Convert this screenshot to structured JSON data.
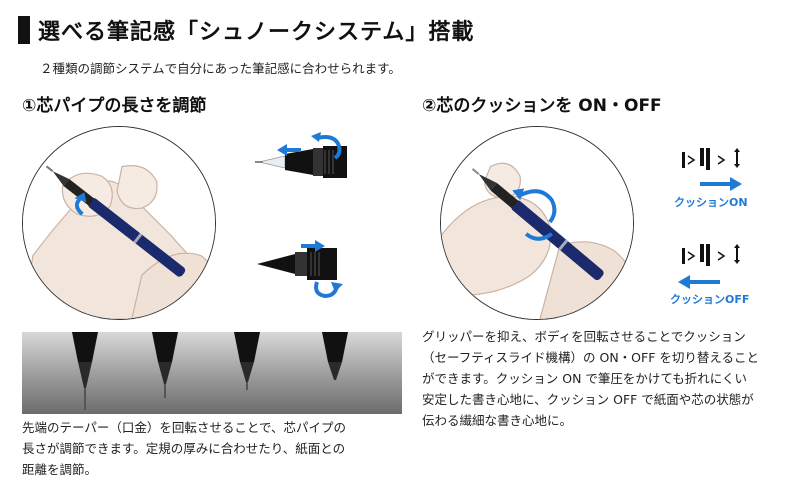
{
  "header": {
    "title": "選べる筆記感「シュノークシステム」搭載",
    "subtitle": "２種類の調節システムで自分にあった筆記感に合わせられます。"
  },
  "section1": {
    "heading": "①芯パイプの長さを調節",
    "description": [
      "先端のテーパー（口金）を回転させることで、芯パイプの",
      "長さが調節できます。定規の厚みに合わせたり、紙面との",
      "距離を調節。"
    ]
  },
  "section2": {
    "heading": "②芯のクッションを ON・OFF",
    "description": [
      "グリッパーを抑え、ボディを回転させることでクッション",
      "（セーフティスライド機構）の ON・OFF を切り替えること",
      "ができます。クッション ON で筆圧をかけても折れにくい",
      "安定した書き心地に、クッション OFF で紙面や芯の状態が",
      "伝わる繊細な書き心地に。"
    ],
    "cushion_on_label": "クッションON",
    "cushion_off_label": "クッションOFF"
  },
  "colors": {
    "accent_blue": "#1f7ad6",
    "pen_body": "#1a2a6c",
    "text": "#222222",
    "dark": "#111111"
  },
  "icons": [
    "pen-hand-illustration",
    "pen-tip-long-illustration",
    "pen-tip-short-illustration",
    "rotate-arrow-icon",
    "cushion-spring-icon",
    "arrow-right-icon",
    "arrow-left-icon"
  ]
}
